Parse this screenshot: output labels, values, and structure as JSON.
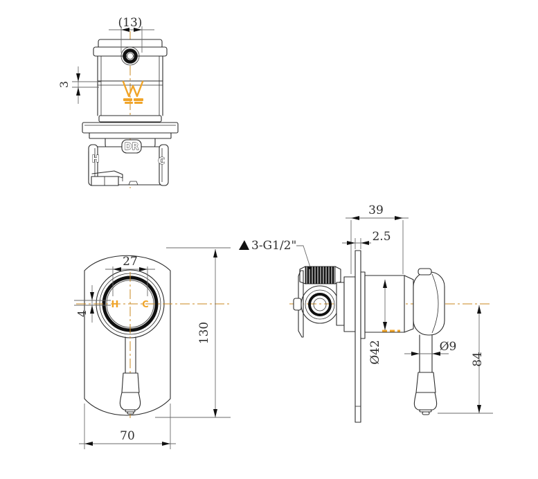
{
  "drawing": {
    "accent_color": "#f0a428",
    "centerline_color": "#c9871e",
    "line_color": "#2b2b2b",
    "views": {
      "rough_in": {
        "dim_hole_width": "(13)",
        "dim_gap": "3",
        "body_label": "DR",
        "hot_label": "H",
        "cold_label": "C"
      },
      "trim_front": {
        "dim_dial_width": "27",
        "dim_offset": "4",
        "dim_height": "130",
        "dim_width": "70",
        "hot_label": "H",
        "cold_label": "C"
      },
      "side": {
        "dim_depth": "39",
        "dim_plate_thickness": "2.5",
        "thread_note": "3-G1/2\"",
        "dim_trim_diameter": "Ø42",
        "dim_lever_diameter": "Ø9",
        "dim_lever_length": "84"
      }
    }
  }
}
